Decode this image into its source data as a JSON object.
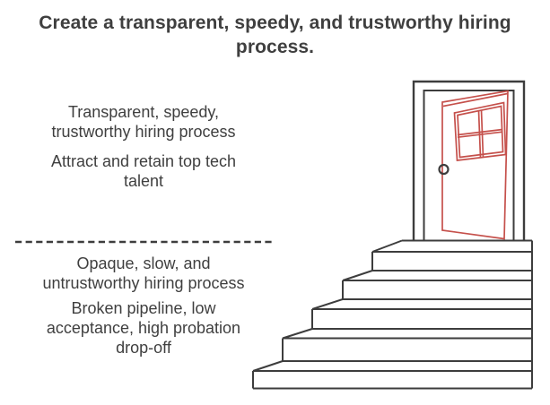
{
  "title": {
    "lines": [
      "Create a transparent, speedy, and trustworthy hiring",
      "process."
    ]
  },
  "future_state": {
    "point1": {
      "lines": [
        "Transparent, speedy,",
        "trustworthy hiring process"
      ]
    },
    "point2": {
      "lines": [
        "Attract and retain top tech",
        "talent"
      ]
    }
  },
  "current_state": {
    "point1": {
      "lines": [
        "Opaque, slow, and",
        "untrustworthy hiring process"
      ]
    },
    "point2": {
      "lines": [
        "Broken pipeline, low",
        "acceptance, high probation",
        "drop-off"
      ]
    }
  },
  "illustration": {
    "name": "stairs-leading-to-open-door",
    "door_color": "#c5504b",
    "line_color": "#3d3d3d"
  },
  "theme": {
    "background": "#ffffff",
    "text_dark": "#3f3f3f",
    "line_dark": "#3d3d3d",
    "accent_red": "#c5504b"
  }
}
